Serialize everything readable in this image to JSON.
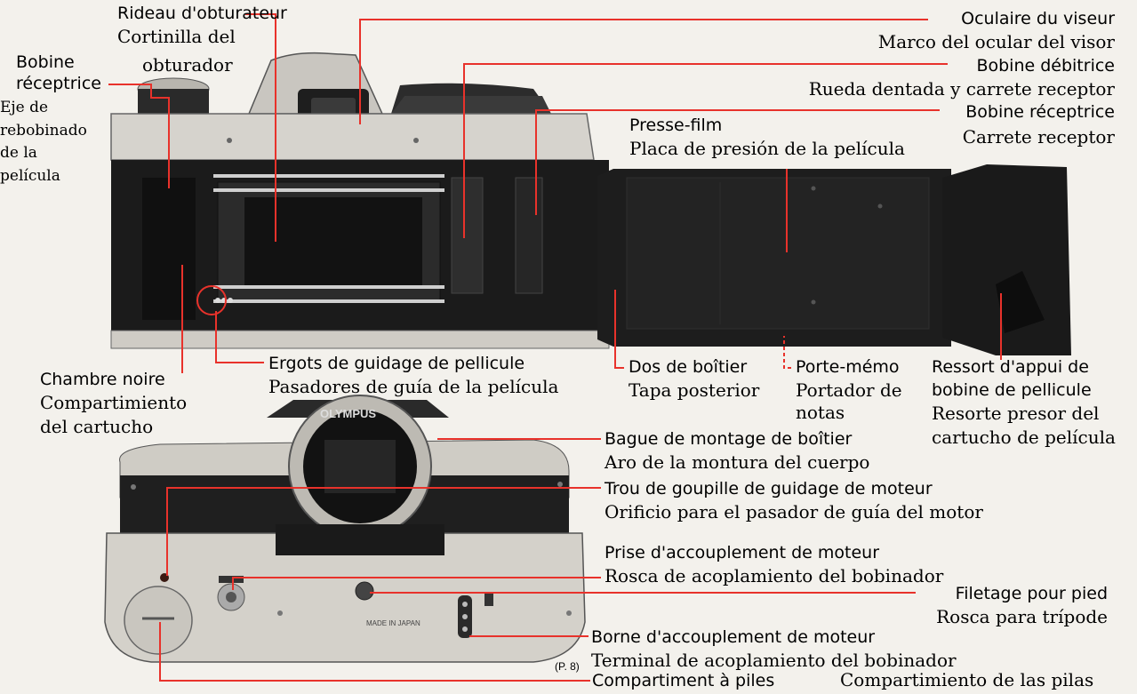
{
  "labels": {
    "rideau_fr": "Rideau d'obturateur",
    "rideau_es_1": "Cortinilla del",
    "rideau_es_2": "obturador",
    "bobine_left_fr_1": "Bobine",
    "bobine_left_fr_2": "réceptrice",
    "eje_1": "Eje de",
    "eje_2": "rebobinado",
    "eje_3": "de la",
    "eje_4": "película",
    "oculaire_fr": "Oculaire du viseur",
    "oculaire_es": "Marco del ocular del visor",
    "debitrice_fr": "Bobine débitrice",
    "debitrice_es": "Rueda dentada y carrete receptor",
    "receptrice_fr": "Bobine réceptrice",
    "receptrice_es": "Carrete receptor",
    "presse_fr": "Presse-film",
    "presse_es": "Placa de presión de la película",
    "ergots_fr": "Ergots de guidage de pellicule",
    "ergots_es": "Pasadores de guía de la película",
    "chambre_fr": "Chambre noire",
    "chambre_es_1": "Compartimiento",
    "chambre_es_2": "del cartucho",
    "dos_fr": "Dos de boîtier",
    "dos_es": "Tapa posterior",
    "memo_fr": "Porte-mémo",
    "memo_es_1": "Portador de",
    "memo_es_2": "notas",
    "ressort_fr_1": "Ressort d'appui de",
    "ressort_fr_2": "bobine de pellicule",
    "ressort_es_1": "Resorte presor del",
    "ressort_es_2": "cartucho de película",
    "bague_fr": "Bague de montage de boîtier",
    "bague_es": "Aro de la montura del cuerpo",
    "trou_fr": "Trou de goupille de guidage de moteur",
    "trou_es": "Orificio para el pasador de guía del motor",
    "prise_fr": "Prise d'accouplement de moteur",
    "prise_es": "Rosca de acoplamiento del bobinador",
    "filetage_fr": "Filetage pour pied",
    "filetage_es": "Rosca para trípode",
    "borne_fr": "Borne d'accouplement de moteur",
    "borne_es": "Terminal de acoplamiento del bobinador",
    "piles_fr": "Compartiment à piles",
    "piles_es": "Compartimiento de las pilas",
    "page_ref": "(P. 8)",
    "brand": "OLYMPUS",
    "made_in": "MADE IN JAPAN"
  },
  "colors": {
    "leader": "#e8322b",
    "text": "#1a1a1a",
    "background": "#f3f1ec"
  }
}
